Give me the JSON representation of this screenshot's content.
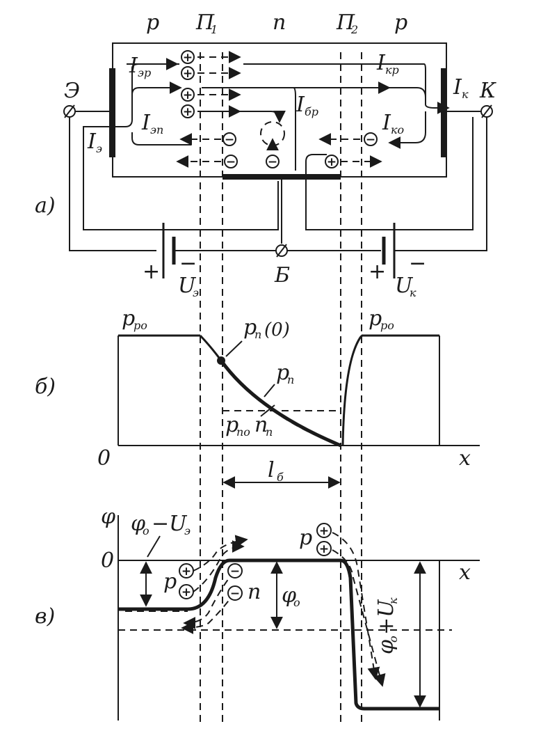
{
  "labels": {
    "region_p_left": "p",
    "junction_1": "П",
    "junction_1_sub": "1",
    "region_n": "n",
    "junction_2": "П",
    "junction_2_sub": "2",
    "region_p_right": "p",
    "current_ep": "I",
    "current_ep_sub": "эр",
    "current_en": "I",
    "current_en_sub": "эп",
    "current_e": "I",
    "current_e_sub": "э",
    "current_br": "I",
    "current_br_sub": "бр",
    "current_kr": "I",
    "current_kr_sub": "кр",
    "current_ko": "I",
    "current_ko_sub": "ко",
    "current_k": "I",
    "current_k_sub": "к",
    "emitter_terminal": "Э",
    "collector_terminal": "К",
    "base_terminal": "Б",
    "voltage_e": "U",
    "voltage_e_sub": "э",
    "voltage_k": "U",
    "voltage_k_sub": "к",
    "plus": "+",
    "minus": "−"
  },
  "panel_labels": {
    "a": "а)",
    "b": "б)",
    "v": "в)"
  },
  "conc_plot": {
    "origin": "0",
    "x_axis": "x",
    "p_p0_left": "p",
    "p_p0_left_sub": "рo",
    "p_p0_right": "p",
    "p_p0_right_sub": "рo",
    "p_n0": "p",
    "p_n0_sub": "no",
    "n_n": "n",
    "n_n_sub": "n",
    "p_n": "p",
    "p_n_sub": "n",
    "p_n_zero": "p",
    "p_n_zero_sub": "n",
    "p_n_zero_arg": "(0)",
    "base_width": "l",
    "base_width_sub": "б"
  },
  "potential_plot": {
    "y_axis": "φ",
    "origin": "0",
    "x_axis": "x",
    "phi0_minus_ue": "φ",
    "phi0_minus_ue_sub": "o",
    "phi0_minus_ue_rest": "−U",
    "phi0_minus_ue_rest_sub": "э",
    "phi0": "φ",
    "phi0_sub": "o",
    "phi0_plus_uk": "φ",
    "phi0_plus_uk_sub": "o",
    "phi0_plus_uk_rest": "+U",
    "phi0_plus_uk_rest_sub": "к",
    "holes_left": "p",
    "electrons": "n",
    "holes_right": "p"
  },
  "carrier_signs": {
    "hole": "+",
    "electron": "−"
  }
}
